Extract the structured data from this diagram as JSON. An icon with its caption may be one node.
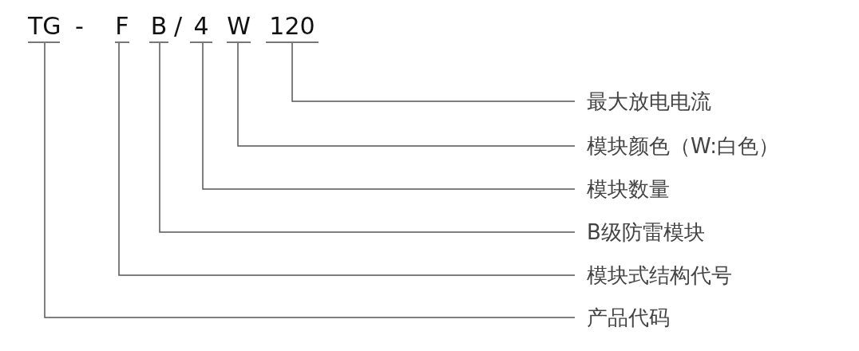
{
  "diagram": {
    "nodes": [
      {
        "text": [
          "TG"
        ]
      },
      {
        "text": [
          "F"
        ]
      },
      {
        "text": [
          "B"
        ]
      },
      {
        "text": [
          "4"
        ]
      },
      {
        "text": [
          "W"
        ]
      },
      {
        "text": [
          "120"
        ]
      },
      {
        "text": [
          "最大放电电流"
        ]
      },
      {
        "text": [
          "模块颜色（W:白色）"
        ]
      },
      {
        "text": [
          "模块数量"
        ]
      },
      {
        "text": [
          "B级防雷模块"
        ]
      },
      {
        "text": [
          "模块式结构代号"
        ]
      },
      {
        "text": [
          "产品代码"
        ]
      }
    ],
    "edges": [
      {
        "from": 5,
        "to": 6,
        "arrow": "none"
      },
      {
        "from": 4,
        "to": 7,
        "arrow": "none"
      },
      {
        "from": 3,
        "to": 8,
        "arrow": "none"
      },
      {
        "from": 2,
        "to": 9,
        "arrow": "none"
      },
      {
        "from": 1,
        "to": 10,
        "arrow": "none"
      },
      {
        "from": 0,
        "to": 11,
        "arrow": "none"
      }
    ],
    "labels": [
      "-",
      "/"
    ]
  }
}
